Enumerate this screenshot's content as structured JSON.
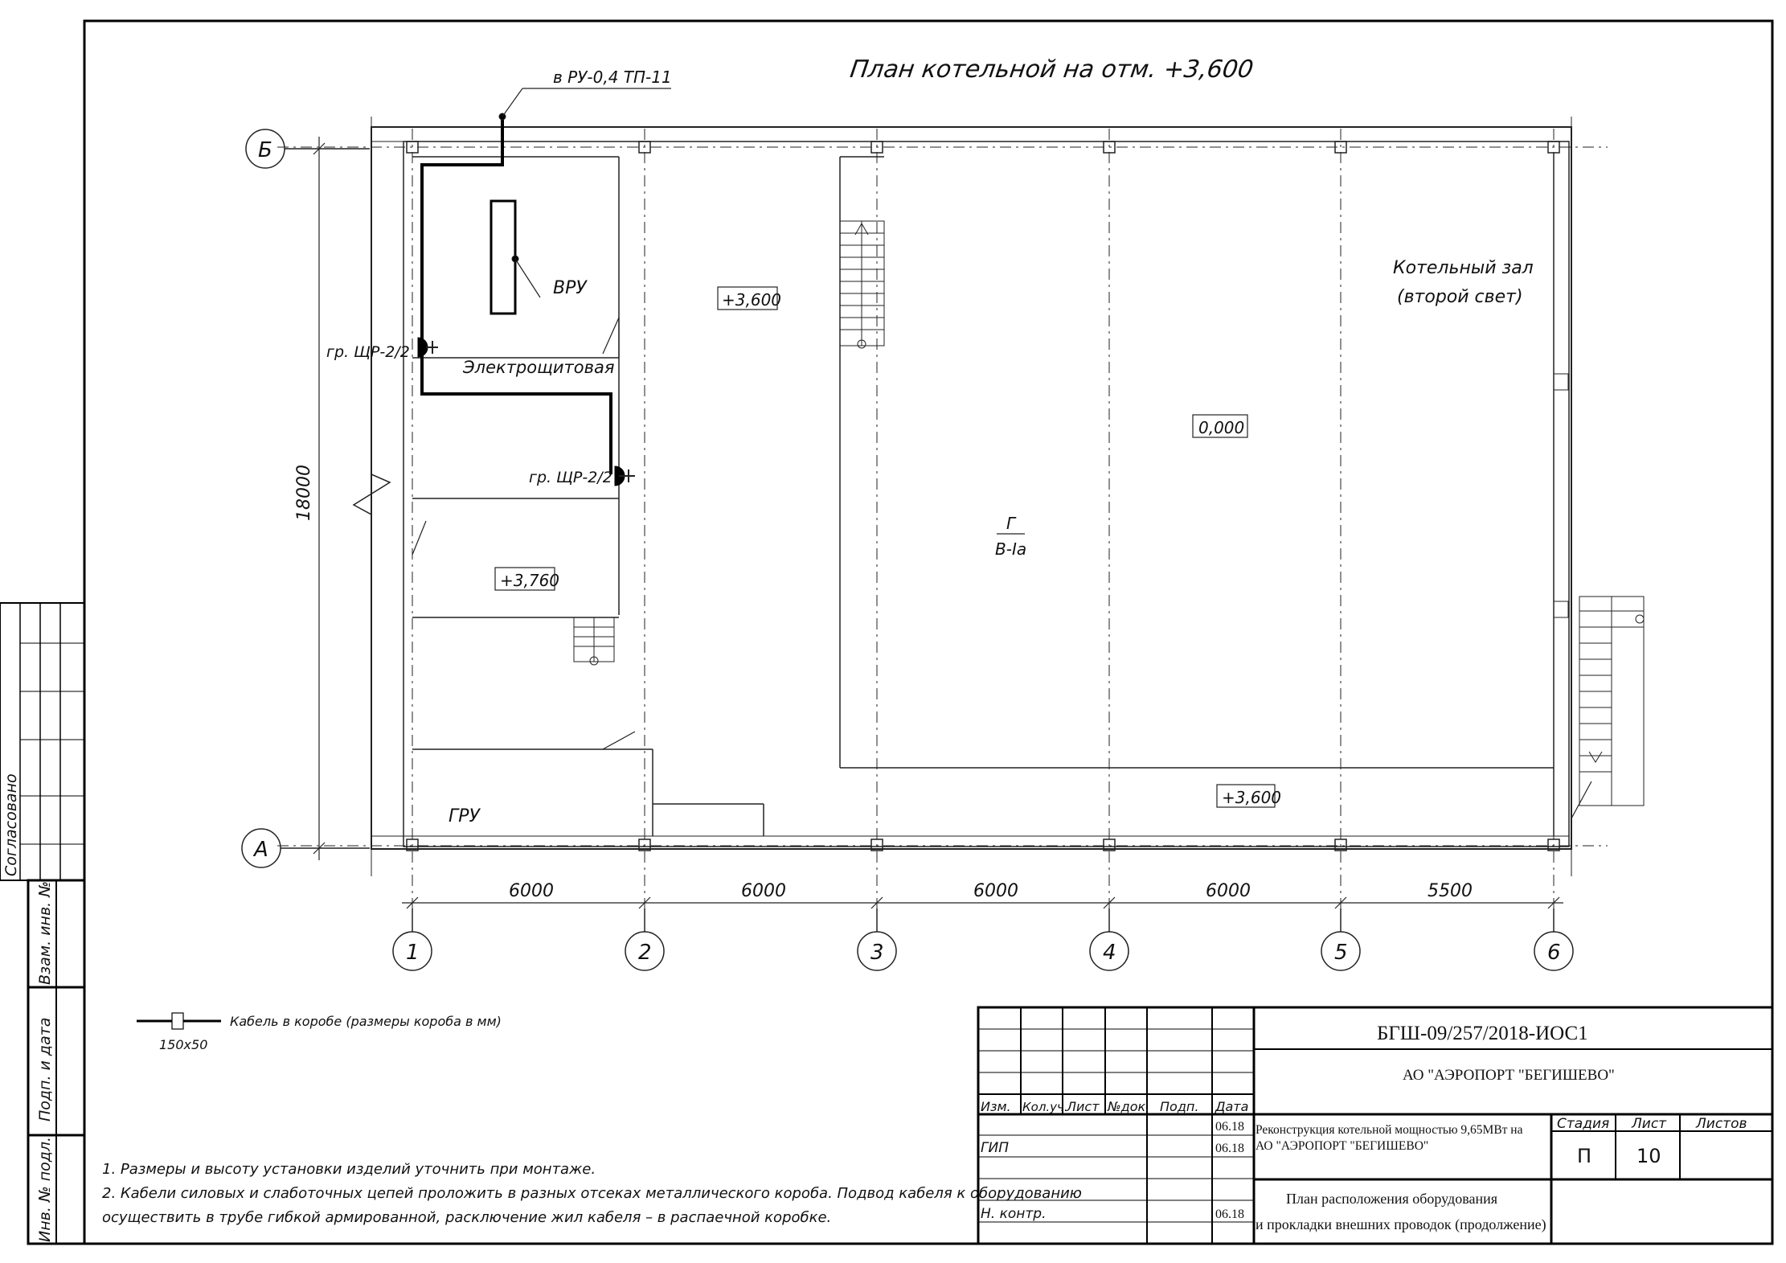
{
  "plan": {
    "title": "План котельной на отм. +3,600",
    "axes_rows": [
      "Б",
      "А"
    ],
    "axes_cols": [
      "1",
      "2",
      "3",
      "4",
      "5",
      "6"
    ],
    "dims": [
      "6000",
      "6000",
      "6000",
      "6000",
      "5500"
    ],
    "dim_vertical": "18000",
    "feed_label": "в РУ-0,4 ТП-11",
    "vru_label": "ВРУ",
    "panel_label_1": "гр. ЩР-2/2",
    "panel_label_2": "гр. ЩР-2/2",
    "room_electro": "Электрощитовая",
    "room_gru": "ГРУ",
    "room_boiler_1": "Котельный зал",
    "room_boiler_2": "(второй свет)",
    "level_1": "+3,600",
    "level_2": "+3,760",
    "level_3": "0,000",
    "level_4": "+3,600",
    "zone_top": "Г",
    "zone_bottom": "В-Iа"
  },
  "legend": {
    "text": "Кабель в коробе (размеры короба в мм)",
    "size": "150х50"
  },
  "notes": [
    "1. Размеры и высоту установки изделий уточнить при монтаже.",
    "2. Кабели силовых и слаботочных цепей проложить в разных отсеках металлического короба. Подвод кабеля к оборудованию",
    "осуществить в трубе гибкой армированной, расключение жил кабеля – в распаечной коробке."
  ],
  "side_stamp": {
    "agreed": "Согласовано",
    "inv_ref": "Взам. инв. №",
    "sign_date": "Подп. и дата",
    "inv_orig": "Инв. № подл."
  },
  "title_block": {
    "doc_code": "БГШ-09/257/2018-ИОС1",
    "company": "АО \"АЭРОПОРТ \"БЕГИШЕВО\"",
    "project_1": "Реконструкция котельной мощностью 9,65МВт на",
    "project_2": "АО \"АЭРОПОРТ \"БЕГИШЕВО\"",
    "sheet_title_1": "План расположения оборудования",
    "sheet_title_2": "и прокладки внешних проводок (продолжение)",
    "cols": [
      "Изм.",
      "Кол.уч.",
      "Лист",
      "№док.",
      "Подп.",
      "Дата"
    ],
    "roles": [
      "ГИП",
      "Н. контр."
    ],
    "dates": [
      "06.18",
      "06.18",
      "06.18"
    ],
    "stage_label": "Стадия",
    "sheet_label": "Лист",
    "sheets_label": "Листов",
    "stage": "П",
    "sheet": "10",
    "sheets": ""
  }
}
